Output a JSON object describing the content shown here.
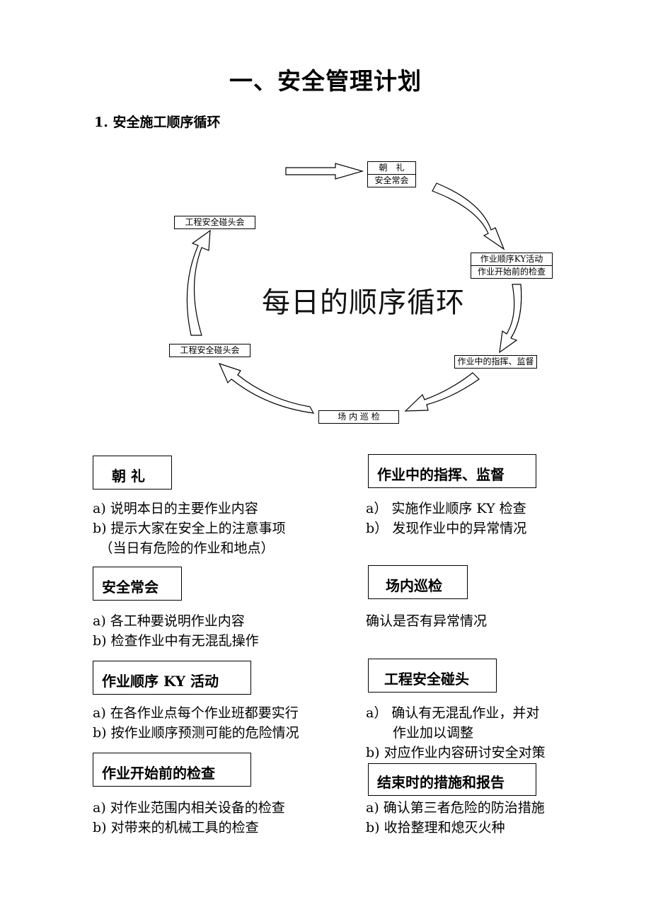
{
  "title": "一、安全管理计划",
  "subtitle": "1. 安全施工顺序循环",
  "cycle": {
    "center": "每日的顺序循环",
    "morning": [
      "朝　礼",
      "安全常会"
    ],
    "ky": [
      "作业顺序KY活动",
      "作业开始前的检查"
    ],
    "supervise": "作业中的指挥、监督",
    "patrol": "场 内 巡 检",
    "meeting_bottom": "工程安全碰头会",
    "meeting_top": "工程安全碰头会"
  },
  "sections": {
    "morning": {
      "title": "朝  礼",
      "items": [
        "a)  说明本日的主要作业内容",
        "b)  提示大家在安全上的注意事项",
        "　（当日有危险的作业和地点）"
      ]
    },
    "safety_meeting": {
      "title": "安全常会",
      "items": [
        "a)  各工种要说明作业内容",
        "b)  检查作业中有无混乱操作"
      ]
    },
    "ky_activity": {
      "title": "作业顺序 KY 活动",
      "items": [
        "a)  在各作业点每个作业班都要实行",
        "b)  按作业顺序预测可能的危险情况"
      ]
    },
    "pre_check": {
      "title": "作业开始前的检查",
      "items": [
        "a)  对作业范围内相关设备的检查",
        "b)  对带来的机械工具的检查"
      ]
    },
    "supervise": {
      "title": "作业中的指挥、监督",
      "items": [
        "a）  实施作业顺序 KY 检查",
        "b）  发现作业中的异常情况"
      ]
    },
    "patrol": {
      "title": "场内巡检",
      "items": [
        "确认是否有异常情况"
      ]
    },
    "eng_meeting": {
      "title": "工程安全碰头",
      "items": [
        "a）  确认有无混乱作业，并对",
        "　　作业加以调整",
        "b)  对应作业内容研讨安全对策"
      ]
    },
    "closing": {
      "title": "结束时的措施和报告",
      "items": [
        "a)  确认第三者危险的防治措施",
        "b)  收拾整理和熄灭火种"
      ]
    }
  }
}
